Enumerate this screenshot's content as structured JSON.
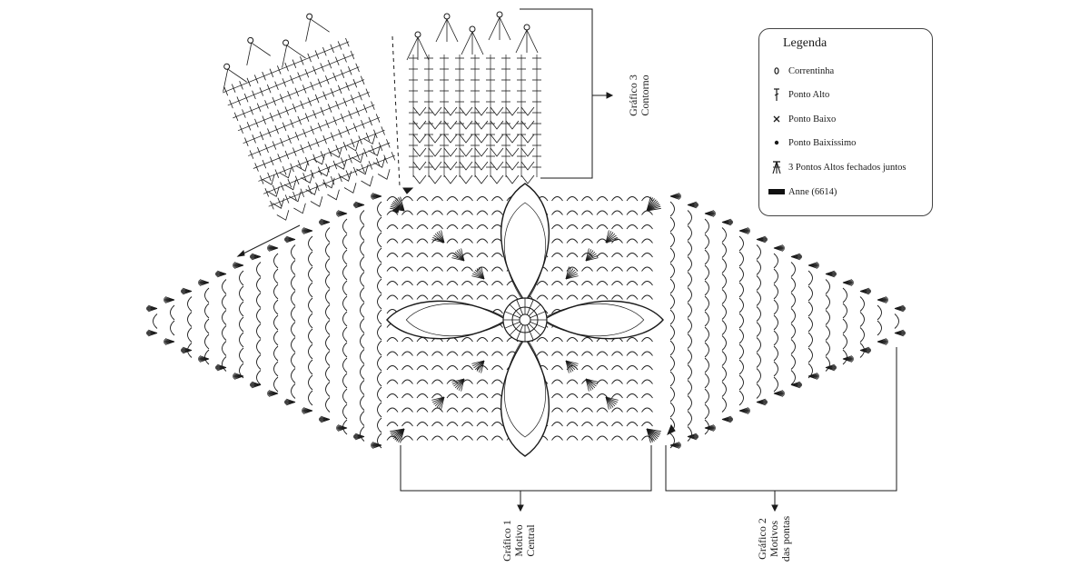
{
  "legend": {
    "title": "Legenda",
    "items": [
      {
        "symbol": "chain-stitch-icon",
        "label": "Correntinha"
      },
      {
        "symbol": "double-crochet-icon",
        "label": "Ponto Alto"
      },
      {
        "symbol": "single-crochet-icon",
        "label": "Ponto Baixo"
      },
      {
        "symbol": "slip-stitch-icon",
        "label": "Ponto Baixíssimo"
      },
      {
        "symbol": "dc3tog-icon",
        "label": "3 Pontos Altos fechados juntos"
      },
      {
        "symbol": "yarn-swatch-icon",
        "label": "Anne (6614)"
      }
    ]
  },
  "chart_labels": {
    "graph3": {
      "line1": "Gráfico 3",
      "line2": "Contorno"
    },
    "graph1": {
      "line1": "Gráfico 1",
      "line2": "Motivo",
      "line3": "Central"
    },
    "graph2": {
      "line1": "Gráfico 2",
      "line2": "Motivos",
      "line3": "das pontas"
    }
  },
  "colors": {
    "ink": "#1a1a1a",
    "paper": "#ffffff",
    "yarn": "#111111"
  }
}
